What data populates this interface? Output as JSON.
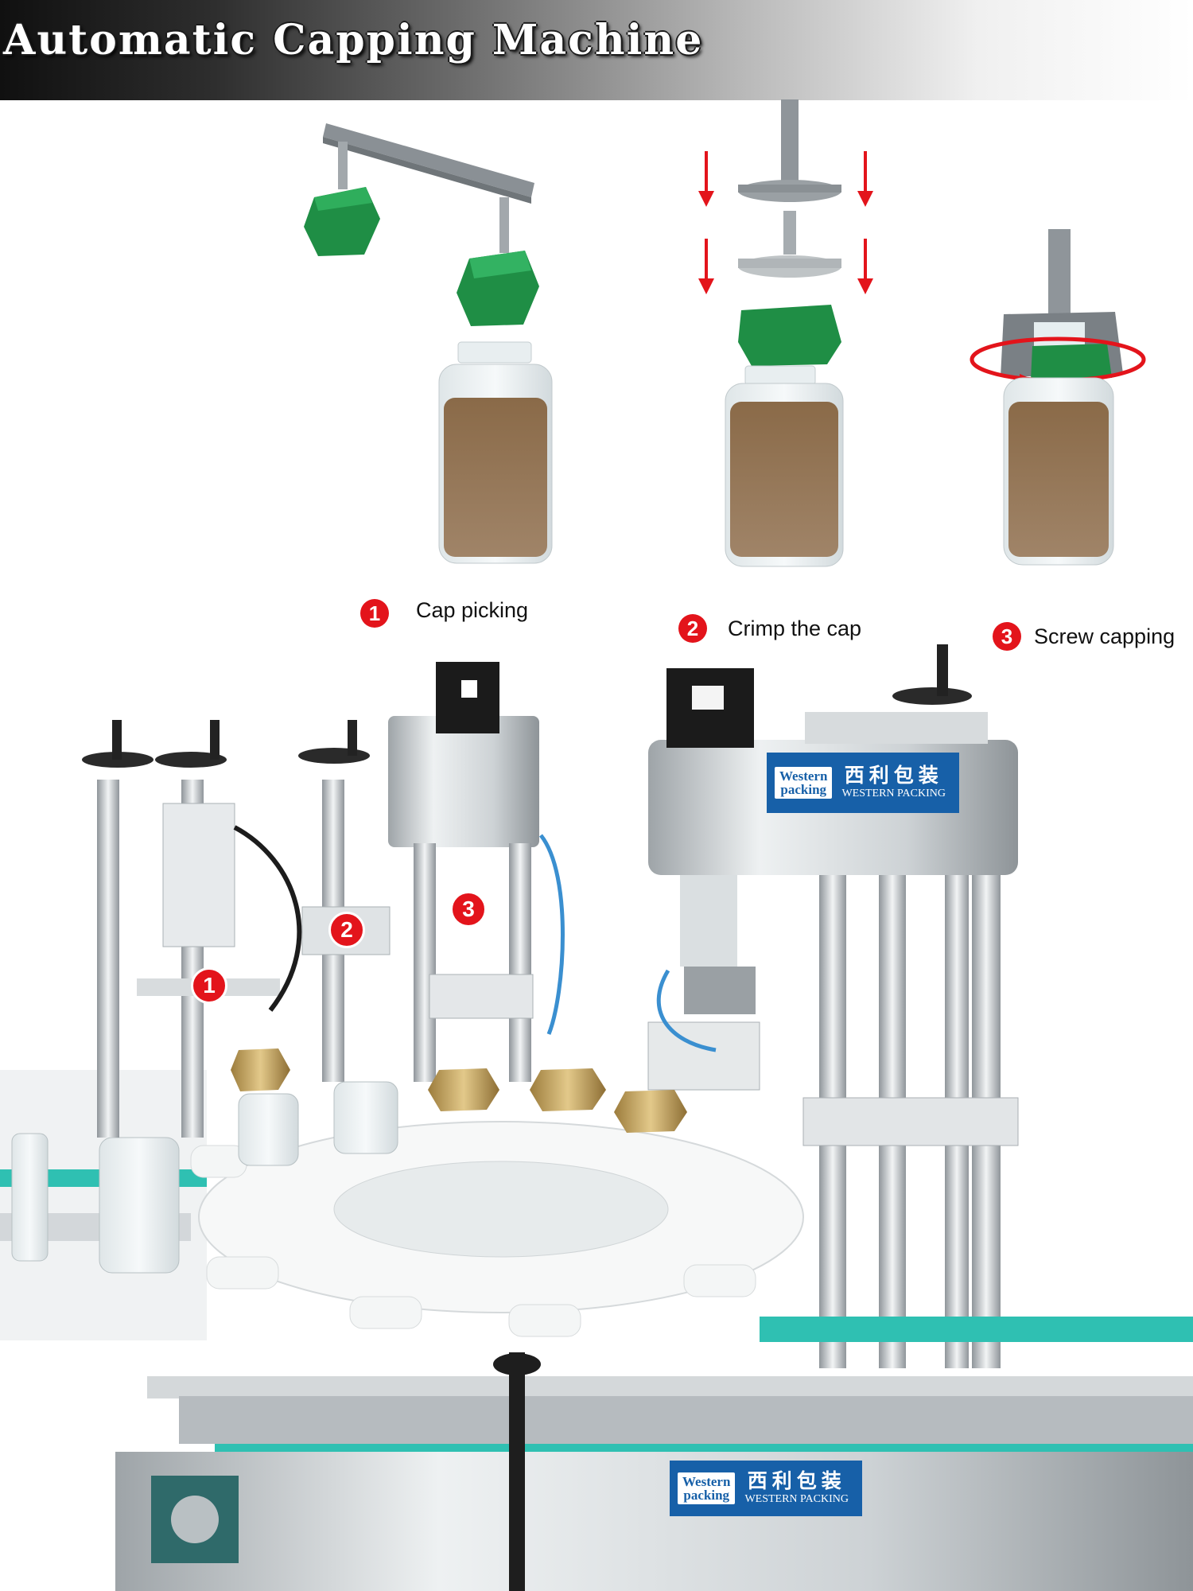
{
  "header": {
    "title": "Automatic Capping Machine"
  },
  "steps": [
    {
      "number": "1",
      "label": "Cap picking"
    },
    {
      "number": "2",
      "label": "Crimp the cap"
    },
    {
      "number": "3",
      "label": "Screw capping"
    }
  ],
  "machine_callouts": [
    "1",
    "2",
    "3"
  ],
  "brand_plate": {
    "logo_line1": "Western",
    "logo_line2": "packing",
    "chinese_name": "西利包装",
    "english_name": "WESTERN PACKING"
  },
  "colors": {
    "cap_green": "#1f8e45",
    "badge_red": "#e3141b",
    "brand_blue": "#1760a8",
    "rail_teal": "#2fc0b2"
  }
}
